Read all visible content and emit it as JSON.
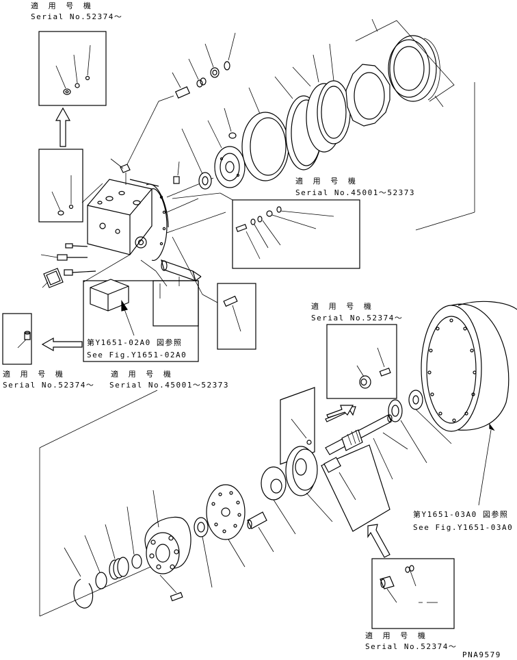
{
  "labels": {
    "top_left_applicable": "適 用 号 機",
    "top_left_serial": "Serial No.52374～",
    "mid_right_applicable": "適 用 号 機",
    "mid_right_serial": "Serial No.45001～52373",
    "left_box_applicable": "適 用 号 機",
    "left_box_serial": "Serial No.52374～",
    "center_applicable": "適 用 号 機",
    "center_serial": "Serial No.45001～52373",
    "ref_fig_02_jp": "第Y1651-02A0 図参照",
    "ref_fig_02_en": "See Fig.Y1651-02A0",
    "right_mid_applicable": "適 用 号 機",
    "right_mid_serial": "Serial No.52374～",
    "ref_fig_03_jp": "第Y1651-03A0 図参照",
    "ref_fig_03_en": "See Fig.Y1651-03A0",
    "bottom_applicable": "適 用 号 機",
    "bottom_serial": "Serial No.52374～",
    "drawing_code": "PNA9579"
  }
}
